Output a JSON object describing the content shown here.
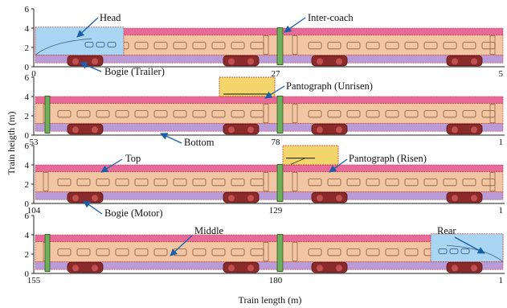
{
  "y_axis_label": "Train heigth (m)",
  "x_axis_label": "Train length (m)",
  "y_ticks": [
    "6",
    "4",
    "2",
    "0"
  ],
  "panels": [
    {
      "x_ticks": [
        "0",
        "27",
        "5"
      ]
    },
    {
      "x_ticks": [
        "53",
        "78",
        "1"
      ]
    },
    {
      "x_ticks": [
        "104",
        "129",
        "1"
      ]
    },
    {
      "x_ticks": [
        "155",
        "180",
        "1"
      ]
    }
  ],
  "annotations": {
    "head": "Head",
    "inter_coach": "Inter-coach",
    "bogie_trailer": "Bogie (Trailer)",
    "pantograph_unrisen": "Pantograph (Unrisen)",
    "bottom": "Bottom",
    "top": "Top",
    "pantograph_risen": "Pantograph (Risen)",
    "bogie_motor": "Bogie (Motor)",
    "middle": "Middle",
    "rear": "Rear"
  },
  "region_colors": {
    "head_rear": "#a9d6f2",
    "top": "#e86a9a",
    "middle": "#f2c6a2",
    "bottom": "#b99bd8",
    "bogie": "#8a2a2a",
    "inter_coach": "#6fae5a",
    "pantograph": "#f2d66b",
    "outline": "#c03030"
  }
}
